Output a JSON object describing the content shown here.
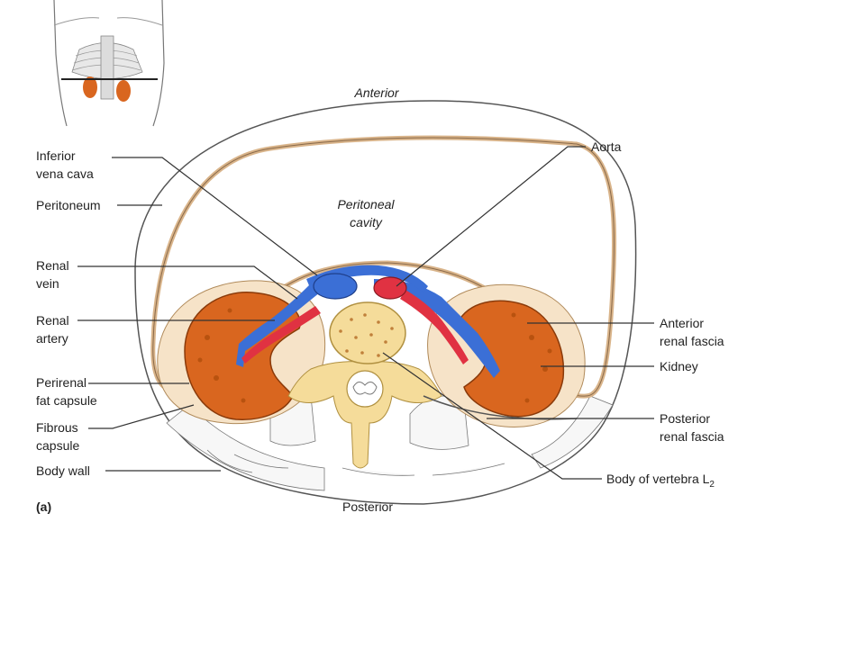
{
  "labels": {
    "anterior": "Anterior",
    "posterior": "Posterior",
    "peritoneal_cavity": [
      "Peritoneal",
      "cavity"
    ],
    "inferior_vena_cava": [
      "Inferior",
      "vena cava"
    ],
    "peritoneum": "Peritoneum",
    "renal_vein": [
      "Renal",
      "vein"
    ],
    "renal_artery": [
      "Renal",
      "artery"
    ],
    "perirenal_fat_capsule": [
      "Perirenal",
      "fat capsule"
    ],
    "fibrous_capsule": [
      "Fibrous",
      "capsule"
    ],
    "body_wall": "Body wall",
    "panel_letter": "(a)",
    "aorta": "Aorta",
    "anterior_renal_fascia": [
      "Anterior",
      "renal fascia"
    ],
    "kidney": "Kidney",
    "posterior_renal_fascia": [
      "Posterior",
      "renal fascia"
    ],
    "body_of_vertebra": "Body of vertebra L",
    "vertebra_subscript": "2"
  },
  "colors": {
    "kidney": "#d9661f",
    "kidney_dark": "#b8520f",
    "vein": "#3b6fd6",
    "artery": "#e03242",
    "fat": "#f6e3c8",
    "vertebra": "#f5dc9a",
    "peritoneum": "#d9b48a",
    "outline": "#555555"
  }
}
